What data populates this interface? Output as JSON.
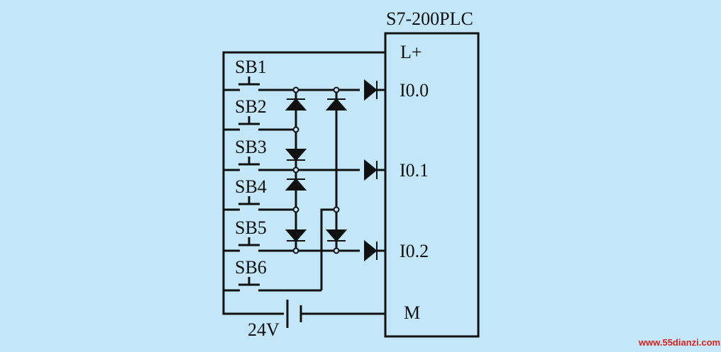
{
  "plc": {
    "title": "S7-200PLC",
    "terminals": {
      "l_plus": "L+",
      "i00": "I0.0",
      "i01": "I0.1",
      "i02": "I0.2",
      "m": "M"
    }
  },
  "switches": [
    "SB1",
    "SB2",
    "SB3",
    "SB4",
    "SB5",
    "SB6"
  ],
  "power": {
    "label": "24V"
  },
  "watermark": "www.55dianzi.com",
  "colors": {
    "background": "#c3e6f8",
    "line": "#111111",
    "watermark": "#d62020"
  }
}
